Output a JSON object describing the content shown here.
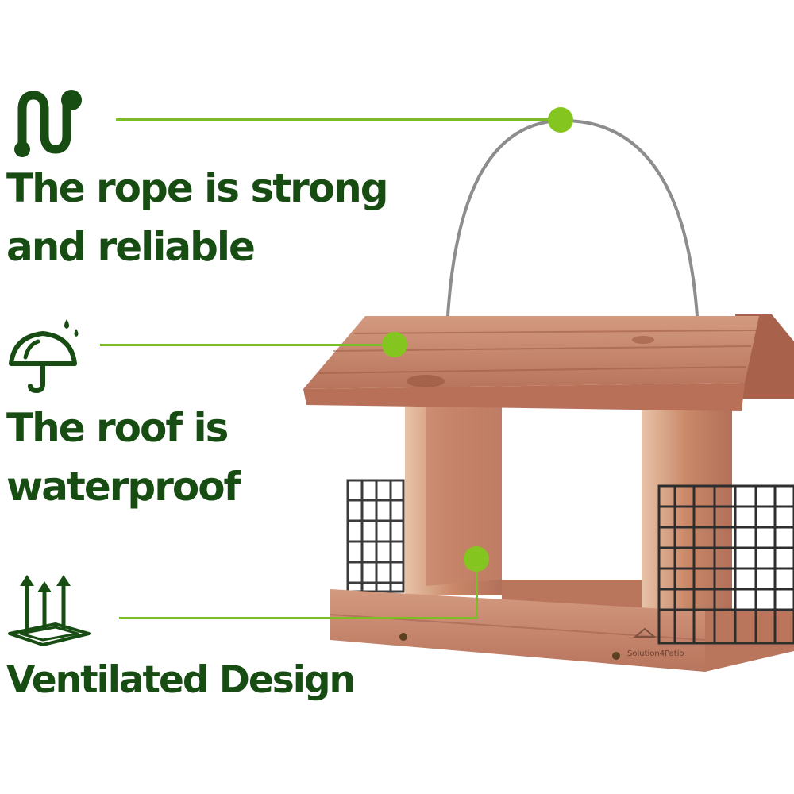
{
  "features": [
    {
      "title_line1": "The rope is strong",
      "title_line2": "and reliable",
      "icon": "rope-icon"
    },
    {
      "title_line1": "The roof is",
      "title_line2": "waterproof",
      "icon": "umbrella-icon"
    },
    {
      "title_line1": "Ventilated Design",
      "icon": "ventilation-icon"
    }
  ],
  "product": {
    "brand_label": "Solution4Patio"
  },
  "colors": {
    "title_green": "#174d13",
    "accent_green": "#84c51f",
    "wood": "#c98a6f"
  }
}
